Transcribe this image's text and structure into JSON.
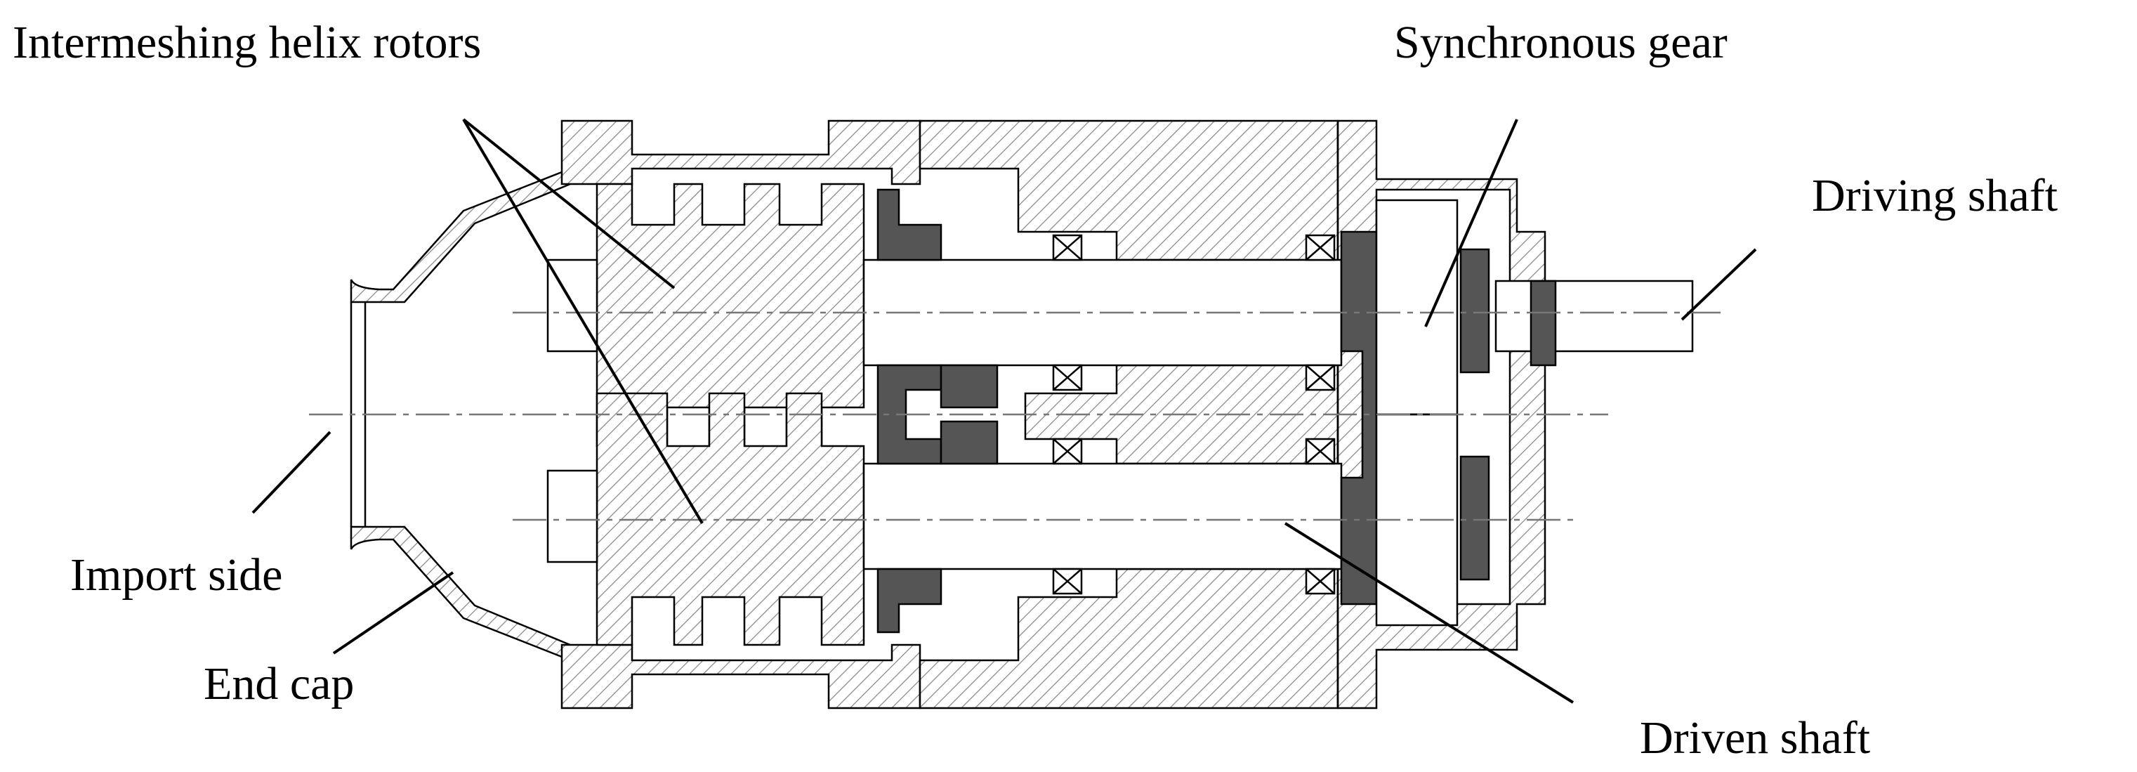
{
  "labels": {
    "intermeshing_helix_rotors": "Intermeshing helix rotors",
    "synchronous_gear": "Synchronous gear",
    "driving_shaft": "Driving shaft",
    "import_side": "Import side",
    "end_cap": "End cap",
    "driven_shaft": "Driven shaft"
  },
  "colors": {
    "stroke": "#000000",
    "solid_part": "#555555",
    "hatch_line": "#888888",
    "center_line": "#777777"
  }
}
